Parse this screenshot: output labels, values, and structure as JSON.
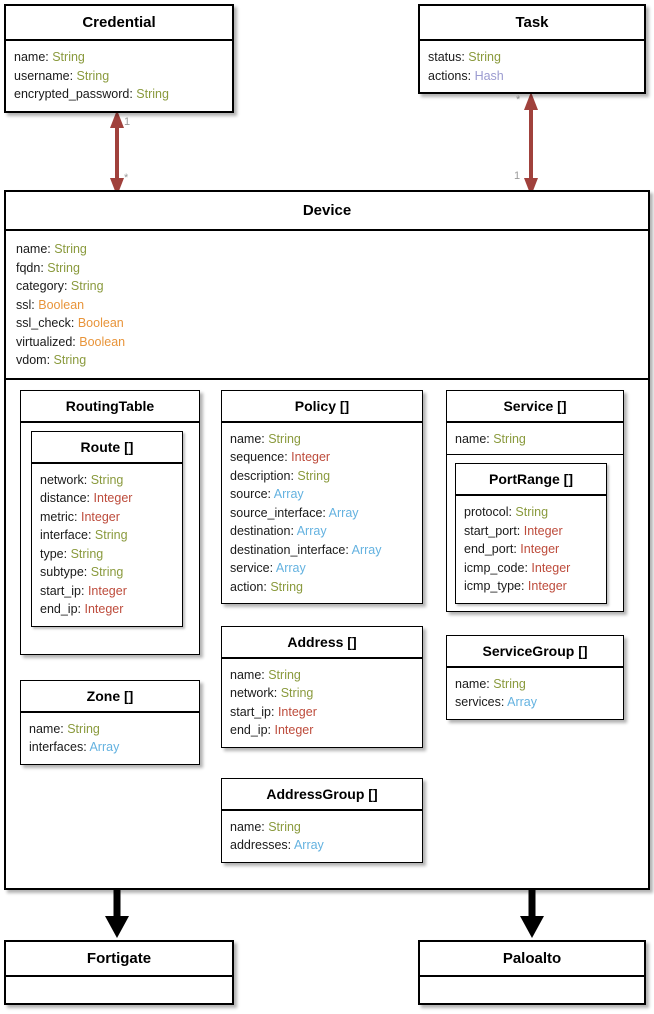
{
  "diagram": {
    "kind": "uml-class-diagram",
    "colors": {
      "String": "#8a9a3d",
      "Boolean": "#e8943a",
      "Integer": "#bd4b3b",
      "Array": "#64b2e0",
      "Hash": "#9b9bd0",
      "association": "#a0413c",
      "inheritance": "#000000",
      "box_border": "#000000",
      "background": "#ffffff"
    }
  },
  "classes": {
    "credential": {
      "name": "Credential",
      "attributes": [
        {
          "field": "name",
          "type": "String"
        },
        {
          "field": "username",
          "type": "String"
        },
        {
          "field": "encrypted_password",
          "type": "String"
        }
      ]
    },
    "task": {
      "name": "Task",
      "attributes": [
        {
          "field": "status",
          "type": "String"
        },
        {
          "field": "actions",
          "type": "Hash"
        }
      ]
    },
    "device": {
      "name": "Device",
      "attributes": [
        {
          "field": "name",
          "type": "String"
        },
        {
          "field": "fqdn",
          "type": "String"
        },
        {
          "field": "category",
          "type": "String"
        },
        {
          "field": "ssl",
          "type": "Boolean"
        },
        {
          "field": "ssl_check",
          "type": "Boolean"
        },
        {
          "field": "virtualized",
          "type": "Boolean"
        },
        {
          "field": "vdom",
          "type": "String"
        }
      ]
    },
    "routing_table": {
      "name": "RoutingTable",
      "attributes": []
    },
    "route": {
      "name": "Route []",
      "attributes": [
        {
          "field": "network",
          "type": "String"
        },
        {
          "field": "distance",
          "type": "Integer"
        },
        {
          "field": "metric",
          "type": "Integer"
        },
        {
          "field": "interface",
          "type": "String"
        },
        {
          "field": "type",
          "type": "String"
        },
        {
          "field": "subtype",
          "type": "String"
        },
        {
          "field": "start_ip",
          "type": "Integer"
        },
        {
          "field": "end_ip",
          "type": "Integer"
        }
      ]
    },
    "zone": {
      "name": "Zone []",
      "attributes": [
        {
          "field": "name",
          "type": "String"
        },
        {
          "field": "interfaces",
          "type": "Array"
        }
      ]
    },
    "policy": {
      "name": "Policy []",
      "attributes": [
        {
          "field": "name",
          "type": "String"
        },
        {
          "field": "sequence",
          "type": "Integer"
        },
        {
          "field": "description",
          "type": "String"
        },
        {
          "field": "source",
          "type": "Array"
        },
        {
          "field": "source_interface",
          "type": "Array"
        },
        {
          "field": "destination",
          "type": "Array"
        },
        {
          "field": "destination_interface",
          "type": "Array"
        },
        {
          "field": "service",
          "type": "Array"
        },
        {
          "field": "action",
          "type": "String"
        }
      ]
    },
    "address": {
      "name": "Address []",
      "attributes": [
        {
          "field": "name",
          "type": "String"
        },
        {
          "field": "network",
          "type": "String"
        },
        {
          "field": "start_ip",
          "type": "Integer"
        },
        {
          "field": "end_ip",
          "type": "Integer"
        }
      ]
    },
    "address_group": {
      "name": "AddressGroup []",
      "attributes": [
        {
          "field": "name",
          "type": "String"
        },
        {
          "field": "addresses",
          "type": "Array"
        }
      ]
    },
    "service": {
      "name": "Service []",
      "attributes": [
        {
          "field": "name",
          "type": "String"
        }
      ]
    },
    "port_range": {
      "name": "PortRange []",
      "attributes": [
        {
          "field": "protocol",
          "type": "String"
        },
        {
          "field": "start_port",
          "type": "Integer"
        },
        {
          "field": "end_port",
          "type": "Integer"
        },
        {
          "field": "icmp_code",
          "type": "Integer"
        },
        {
          "field": "icmp_type",
          "type": "Integer"
        }
      ]
    },
    "service_group": {
      "name": "ServiceGroup []",
      "attributes": [
        {
          "field": "name",
          "type": "String"
        },
        {
          "field": "services",
          "type": "Array"
        }
      ]
    },
    "fortigate": {
      "name": "Fortigate",
      "attributes": []
    },
    "paloalto": {
      "name": "Paloalto",
      "attributes": []
    }
  },
  "relationships": [
    {
      "id": "credential-device",
      "from": "Credential",
      "to": "Device",
      "style": "association-bidirectional",
      "from_multiplicity": "1",
      "to_multiplicity": "*"
    },
    {
      "id": "task-device",
      "from": "Task",
      "to": "Device",
      "style": "association-bidirectional",
      "from_multiplicity": "*",
      "to_multiplicity": "1"
    },
    {
      "id": "device-fortigate",
      "from": "Device",
      "to": "Fortigate",
      "style": "inheritance",
      "from_multiplicity": "",
      "to_multiplicity": ""
    },
    {
      "id": "device-paloalto",
      "from": "Device",
      "to": "Paloalto",
      "style": "inheritance",
      "from_multiplicity": "",
      "to_multiplicity": ""
    }
  ]
}
